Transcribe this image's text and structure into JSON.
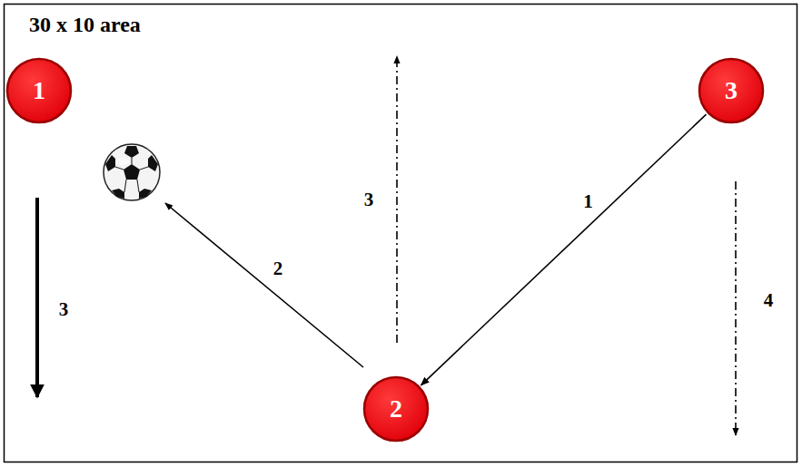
{
  "diagram": {
    "title": "30 x 10 area",
    "nodes": [
      {
        "text": [
          "1"
        ]
      },
      {
        "text": [
          "3"
        ]
      },
      {
        "text": [
          "2"
        ]
      }
    ],
    "edges": [
      {
        "from": 1,
        "to": 2,
        "arrow": "to",
        "label": "1"
      }
    ],
    "labels": [
      "3",
      "2",
      "4",
      "3"
    ]
  }
}
